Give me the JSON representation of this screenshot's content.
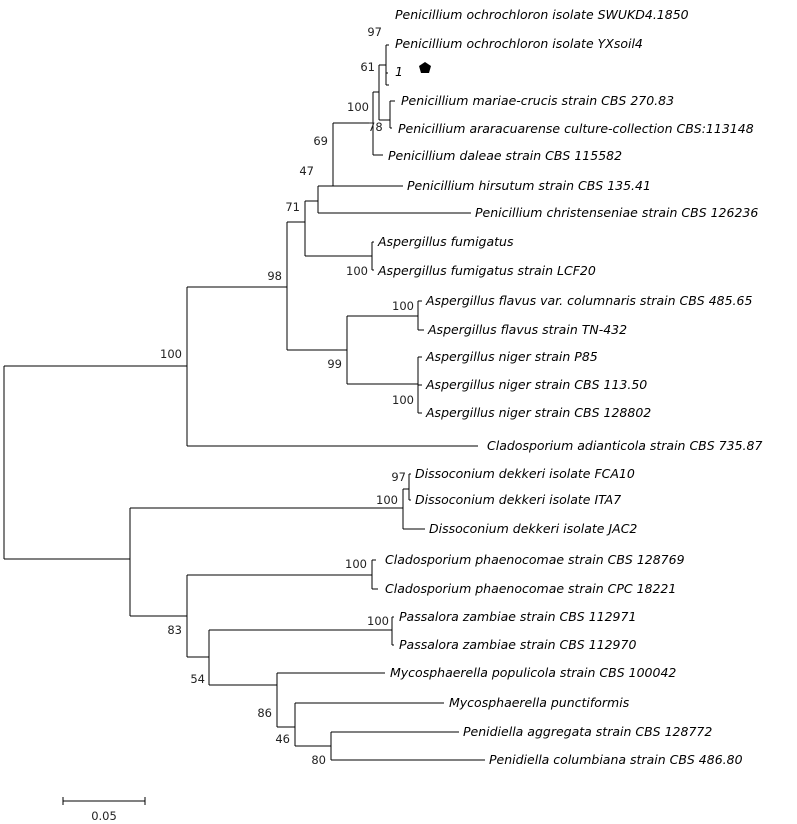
{
  "taxa": [
    "Penicillium ochrochloron isolate SWUKD4.1850",
    "Penicillium ochrochloron isolate YXsoil4",
    "1",
    "Penicillium mariae-crucis strain CBS 270.83",
    "Penicillium araracuarense culture-collection CBS:113148",
    "Penicillium daleae strain CBS 115582",
    "Penicillium hirsutum strain CBS 135.41",
    "Penicillium christenseniae strain CBS 126236",
    "Aspergillus fumigatus",
    "Aspergillus fumigatus strain LCF20",
    "Aspergillus flavus var. columnaris strain CBS 485.65",
    "Aspergillus flavus strain TN-432",
    "Aspergillus niger strain P85",
    "Aspergillus niger strain CBS 113.50",
    "Aspergillus niger strain CBS 128802",
    "Cladosporium adianticola strain CBS 735.87",
    "Dissoconium dekkeri isolate FCA10",
    "Dissoconium dekkeri isolate ITA7",
    "Dissoconium dekkeri isolate JAC2",
    "Cladosporium phaenocomae strain CBS 128769",
    "Cladosporium phaenocomae strain CPC 18221",
    "Passalora zambiae strain CBS 112971",
    "Passalora zambiae strain CBS 112970",
    "Mycosphaerella populicola strain CBS 100042",
    "Mycosphaerella punctiformis",
    "Penidiella aggregata strain CBS 128772",
    "Penidiella columbiana strain CBS 486.80"
  ],
  "bootstrap": [
    "97",
    "61",
    "100",
    "78",
    "69",
    "47",
    "71",
    "100",
    "98",
    "100",
    "99",
    "100",
    "100",
    "97",
    "100",
    "100",
    "100",
    "83",
    "54",
    "86",
    "46",
    "80"
  ],
  "scale_bar": {
    "label": "0.05"
  },
  "marker": {
    "icon": "pentagon-marker-icon",
    "color": "#000000"
  }
}
